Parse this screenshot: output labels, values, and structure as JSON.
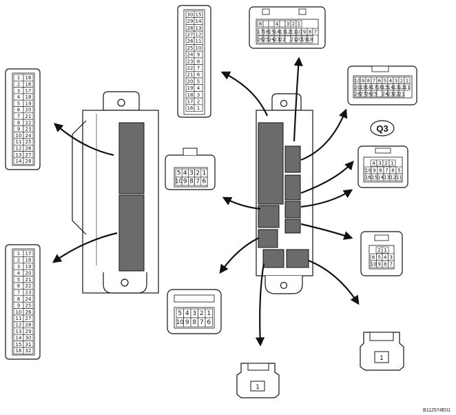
{
  "label_q3": "Q3",
  "figure_ref": "B112574E01",
  "connectors": {
    "top_left_tall": {
      "rows": [
        [
          "30",
          "15"
        ],
        [
          "29",
          "14"
        ],
        [
          "28",
          "13"
        ],
        [
          "27",
          "12"
        ],
        [
          "26",
          "11"
        ],
        [
          "25",
          "10"
        ],
        [
          "24",
          "9"
        ],
        [
          "23",
          "8"
        ],
        [
          "22",
          "7"
        ],
        [
          "21",
          "6"
        ],
        [
          "20",
          "5"
        ],
        [
          "19",
          "4"
        ],
        [
          "18",
          "3"
        ],
        [
          "17",
          "2"
        ],
        [
          "16",
          "1"
        ]
      ]
    },
    "top_right_wide": {
      "row1": [
        "8",
        "",
        "",
        "4",
        "",
        "3",
        "2",
        "1"
      ],
      "row2": [
        "17",
        "16",
        "15",
        "14",
        "13",
        "12",
        "11",
        "10",
        "9",
        "8",
        "7"
      ],
      "row3": [
        "26",
        "25",
        "24",
        "23",
        "22",
        "",
        "21",
        "20",
        "19",
        "18"
      ]
    },
    "right_wide": {
      "row1": [
        "10",
        "9",
        "8",
        "7",
        "6",
        "5",
        "4",
        "3",
        "2",
        "1"
      ],
      "row2": [
        "20",
        "19",
        "18",
        "17",
        "16",
        "15",
        "14",
        "13",
        "12",
        "11"
      ],
      "row3": [
        "28",
        "27",
        "26",
        "25",
        "",
        "24",
        "23",
        "22",
        "21"
      ]
    },
    "right_medium": {
      "row1": [
        "4",
        "3",
        "2",
        "1"
      ],
      "row2": [
        "10",
        "9",
        "8",
        "7",
        "6",
        "5"
      ],
      "row3": [
        "16",
        "15",
        "14",
        "13",
        "12",
        "11"
      ]
    },
    "right_small": {
      "row1": [
        "2",
        "1"
      ],
      "row2": [
        "6",
        "5",
        "4",
        "3"
      ],
      "row3": [
        "10",
        "9",
        "8",
        "7"
      ]
    },
    "center_ten": {
      "row1": [
        "5",
        "4",
        "3",
        "2",
        "1"
      ],
      "row2": [
        "10",
        "9",
        "8",
        "7",
        "6"
      ]
    },
    "bottom_ten": {
      "row1": [
        "5",
        "4",
        "3",
        "2",
        "1"
      ],
      "row2": [
        "10",
        "9",
        "8",
        "7",
        "6"
      ]
    },
    "bottom_single_a": {
      "pin": "1"
    },
    "bottom_single_b": {
      "pin": "1"
    },
    "left_upper": {
      "rows": [
        [
          "1",
          "16"
        ],
        [
          "2",
          "16"
        ],
        [
          "3",
          "17"
        ],
        [
          "4",
          "18"
        ],
        [
          "5",
          "19"
        ],
        [
          "6",
          "20"
        ],
        [
          "7",
          "21"
        ],
        [
          "8",
          "22"
        ],
        [
          "9",
          "23"
        ],
        [
          "10",
          "24"
        ],
        [
          "11",
          "25"
        ],
        [
          "12",
          "26"
        ],
        [
          "13",
          "27"
        ],
        [
          "14",
          "28"
        ]
      ]
    },
    "left_lower": {
      "rows": [
        [
          "1",
          "17"
        ],
        [
          "2",
          "18"
        ],
        [
          "3",
          "19"
        ],
        [
          "4",
          "20"
        ],
        [
          "5",
          "21"
        ],
        [
          "6",
          "22"
        ],
        [
          "7",
          "23"
        ],
        [
          "8",
          "24"
        ],
        [
          "9",
          "25"
        ],
        [
          "10",
          "26"
        ],
        [
          "11",
          "27"
        ],
        [
          "12",
          "28"
        ],
        [
          "13",
          "29"
        ],
        [
          "14",
          "30"
        ],
        [
          "15",
          "31"
        ],
        [
          "16",
          "32"
        ]
      ]
    }
  }
}
